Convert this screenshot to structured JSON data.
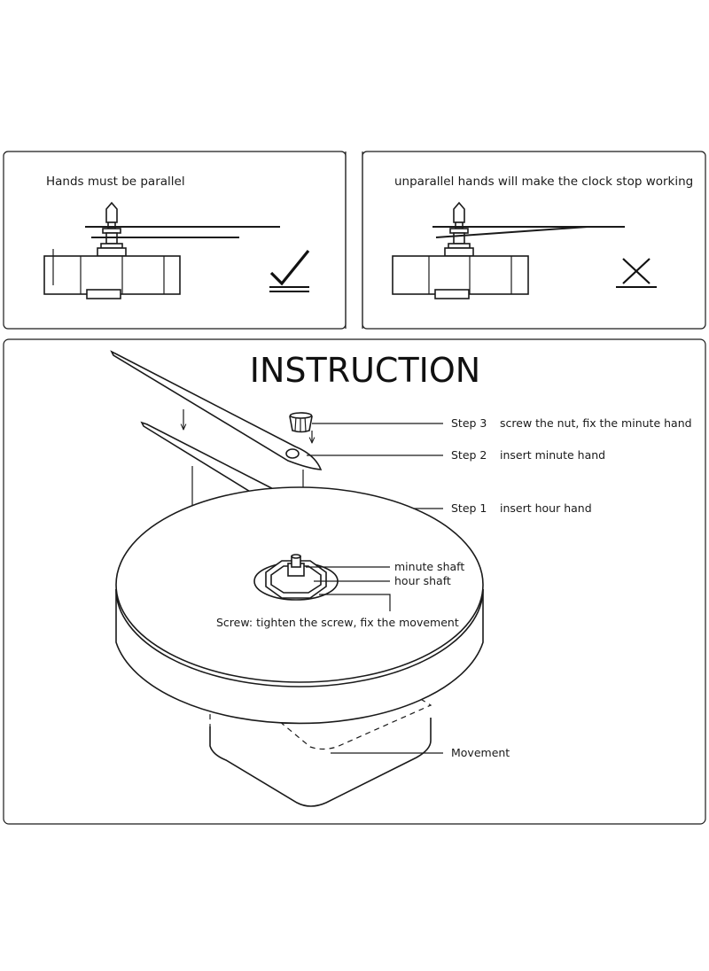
{
  "top_panel": {
    "left_caption": "Hands must be parallel",
    "right_caption": "unparallel hands will make the clock stop working",
    "left_mark": "check-icon",
    "right_mark": "cross-icon"
  },
  "instruction": {
    "title": "INSTRUCTION",
    "steps": [
      {
        "label": "Step  3",
        "text": "screw the nut, fix the minute hand"
      },
      {
        "label": "Step  2",
        "text": "insert minute hand"
      },
      {
        "label": "Step  1",
        "text": "insert hour hand"
      }
    ],
    "minute_shaft": "minute shaft",
    "hour_shaft": "hour shaft",
    "screw": "Screw: tighten the screw, fix the movement",
    "movement": "Movement"
  }
}
